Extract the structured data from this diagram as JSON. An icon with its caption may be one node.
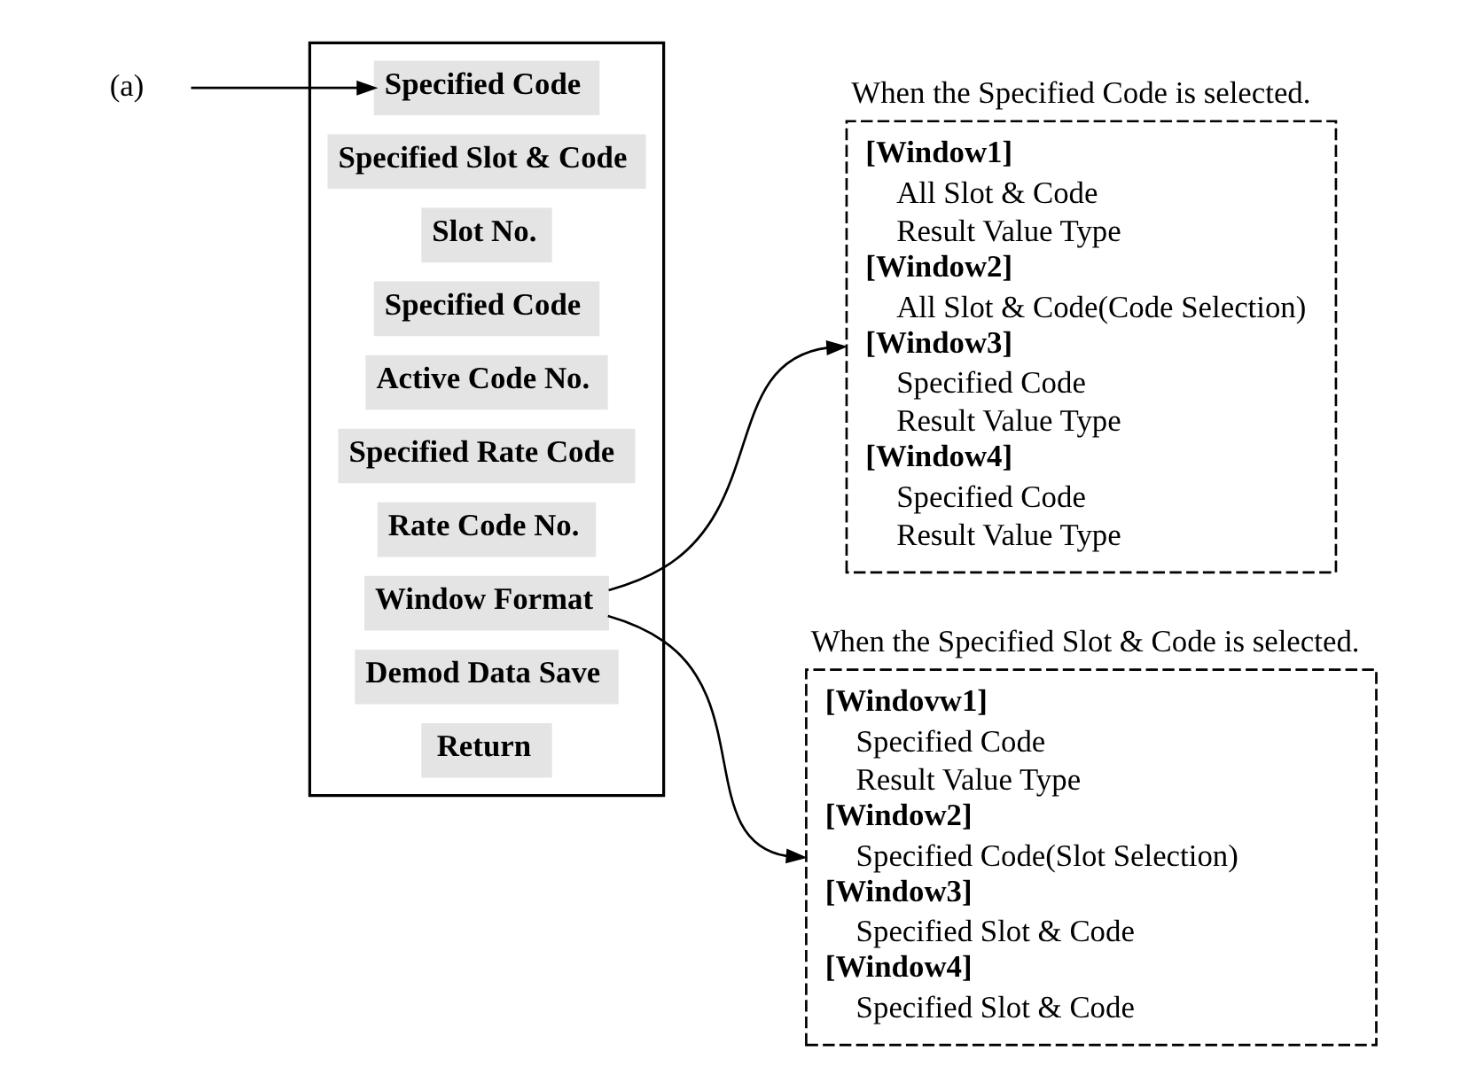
{
  "diagram": {
    "nodes": [
      {
        "text": [
          "(a)"
        ]
      },
      {
        "text": [],
        "shape": "bracket"
      },
      {
        "text": [
          "Specified Code"
        ],
        "in": 1
      },
      {
        "text": [
          "Specified Slot & Code"
        ],
        "in": 1
      },
      {
        "text": [
          "Slot No."
        ],
        "in": 1
      },
      {
        "text": [
          "Specified Code"
        ],
        "in": 1
      },
      {
        "text": [
          "Active Code No."
        ],
        "in": 1
      },
      {
        "text": [
          "Specified Rate Code"
        ],
        "in": 1
      },
      {
        "text": [
          "Rate Code No."
        ],
        "in": 1
      },
      {
        "text": [
          "Window Format"
        ],
        "in": 1
      },
      {
        "text": [
          "Demod Data Save"
        ],
        "in": 1
      },
      {
        "text": [
          "Return"
        ],
        "in": 1
      },
      {
        "text": [
          "[Window1]",
          "All Slot & Code",
          "Result Value Type",
          "[Window2]",
          "All Slot & Code(Code Selection)",
          "[Window3]",
          "Specified Code",
          "Result Value Type",
          "[Window4]",
          "Specified Code",
          "Result Value Type"
        ],
        "beside": [
          "When the Specified Code is selected."
        ]
      },
      {
        "text": [
          "[Windovw1]",
          "Specified Code",
          "Result Value Type",
          "[Window2]",
          "Specified Code(Slot Selection)",
          "[Window3]",
          "Specified Slot & Code",
          "[Window4]",
          "Specified Slot & Code"
        ],
        "beside": [
          "When the Specified Slot & Code is selected."
        ]
      }
    ],
    "edges": [
      {
        "from": 0,
        "to": 2,
        "arrow": "to"
      },
      {
        "from": 9,
        "to": 12,
        "arrow": "to"
      },
      {
        "from": 9,
        "to": 13,
        "arrow": "to"
      }
    ]
  }
}
